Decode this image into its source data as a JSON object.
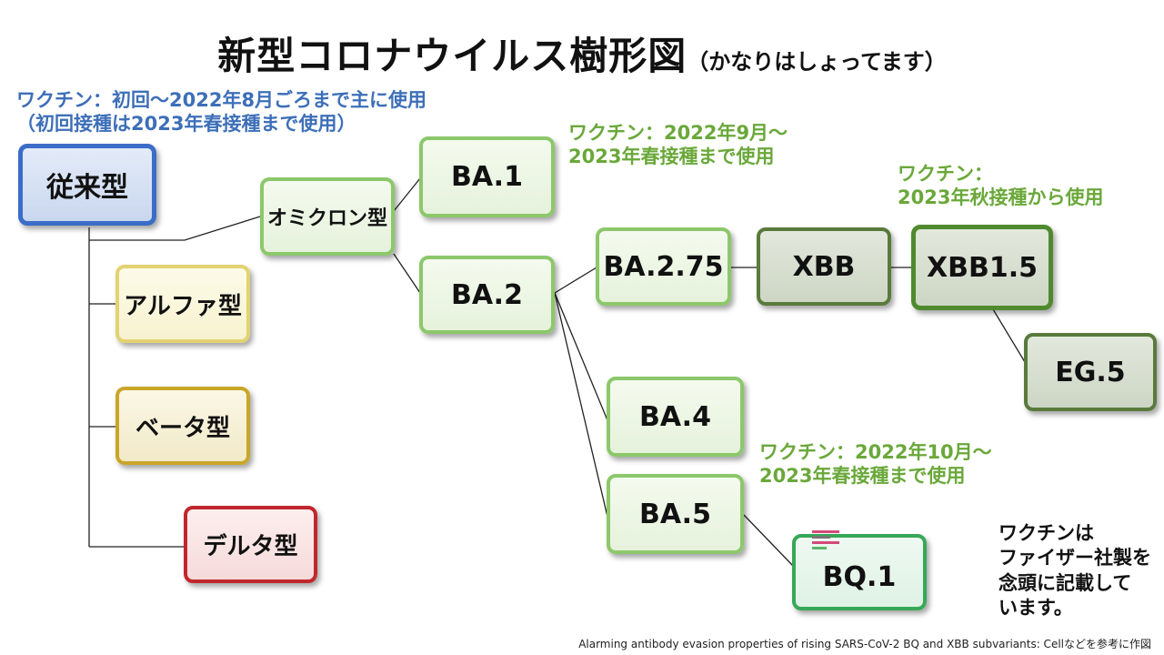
{
  "title": {
    "main": "新型コロナウイルス樹形図",
    "sub": "（かなりはしょってます）"
  },
  "notes": {
    "vaccine_initial": [
      "ワクチン：初回～2022年8月ごろまで主に使用",
      "（初回接種は2023年春接種まで使用）"
    ],
    "vaccine_ba1": [
      "ワクチン：2022年9月～",
      "2023年春接種まで使用"
    ],
    "vaccine_xbb": [
      "ワクチン：",
      "2023年秋接種から使用"
    ],
    "vaccine_ba5": [
      "ワクチン：2022年10月～",
      "2023年春接種まで使用"
    ],
    "pfizer_note": [
      "ワクチンは",
      "ファイザー社製を",
      "念頭に記載して",
      "います。"
    ]
  },
  "nodes": {
    "conventional": "従来型",
    "alpha": "アルファ型",
    "beta": "ベータ型",
    "delta": "デルタ型",
    "omicron": "オミクロン型",
    "ba1": "BA.1",
    "ba2": "BA.2",
    "ba275": "BA.2.75",
    "xbb": "XBB",
    "xbb15": "XBB1.5",
    "eg5": "EG.5",
    "ba4": "BA.4",
    "ba5": "BA.5",
    "bq1": "BQ.1"
  },
  "colors": {
    "line": "#222222",
    "blue": "#3b6dc8",
    "green": "#8cc86b",
    "note_blue": "#3d6fb8",
    "note_green": "#6aa83a"
  },
  "footer": "Alarming antibody evasion properties of rising SARS-CoV-2  BQ and XBB subvariants: Cellなどを参考に作図"
}
